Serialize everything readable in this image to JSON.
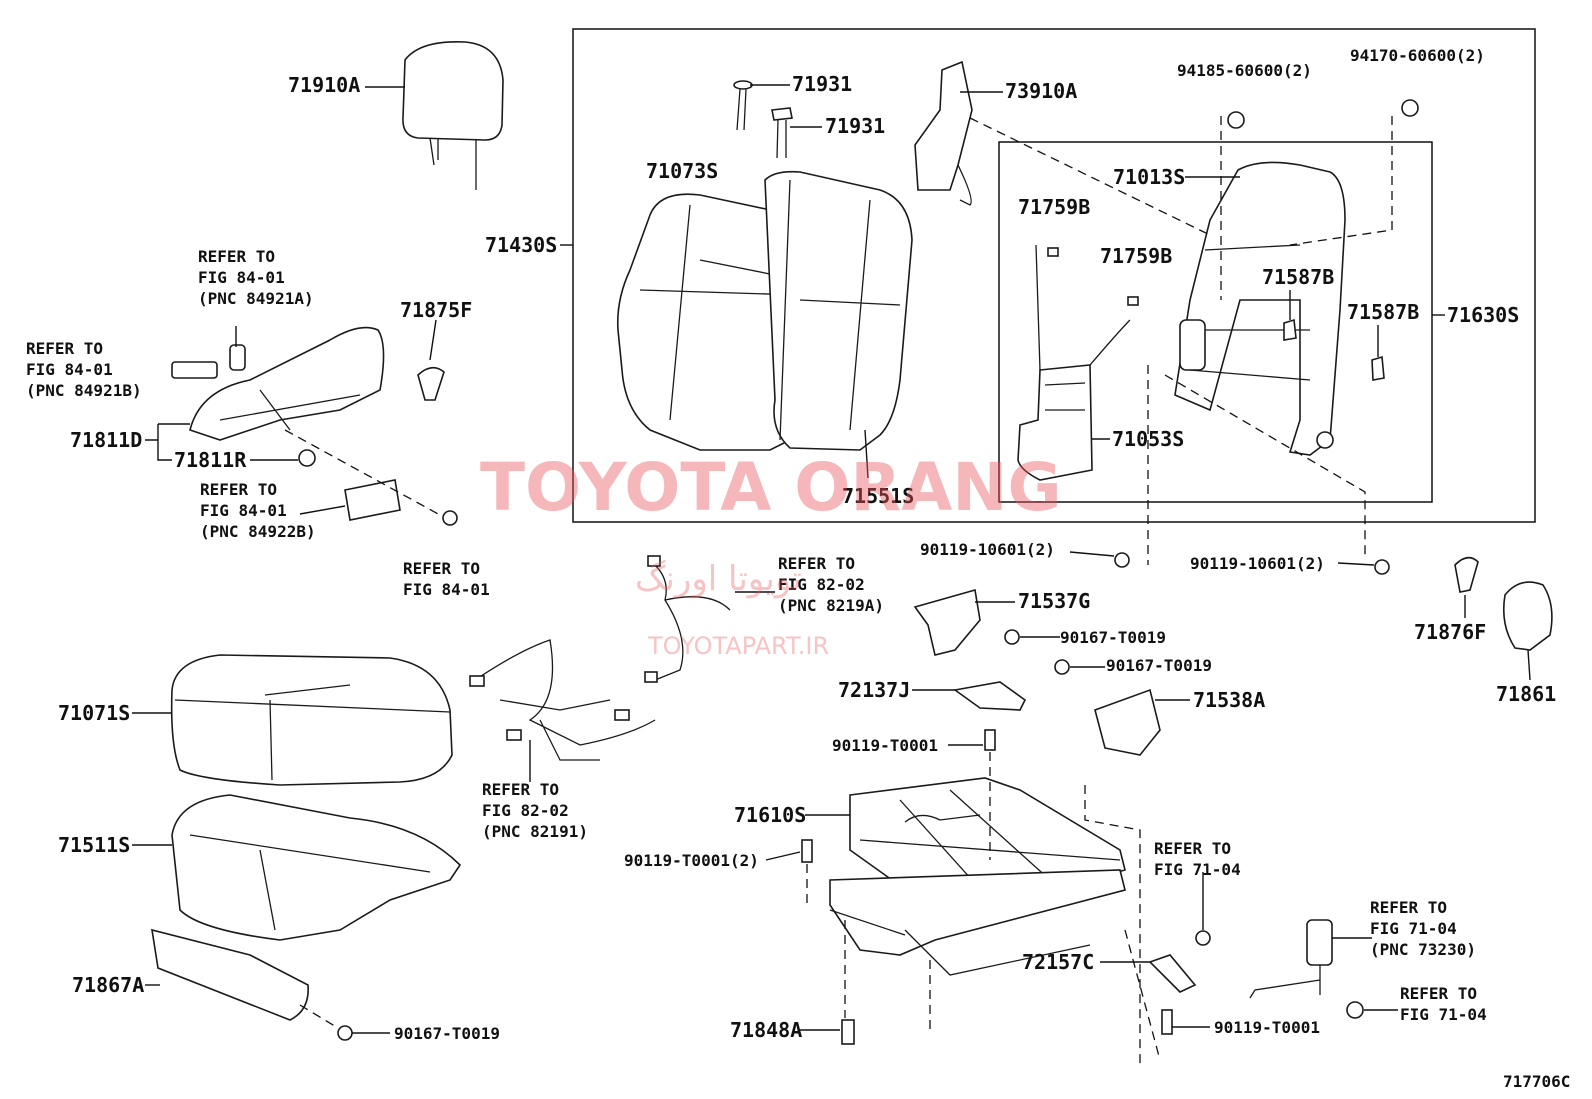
{
  "labels": {
    "p71910A": "71910A",
    "p71931a": "71931",
    "p71931b": "71931",
    "p73910A": "73910A",
    "p94185": "94185-60600(2)",
    "p94170": "94170-60600(2)",
    "p71073S": "71073S",
    "p71013S": "71013S",
    "p71759Ba": "71759B",
    "p71759Bb": "71759B",
    "p71430S": "71430S",
    "p71587Ba": "71587B",
    "p71587Bb": "71587B",
    "p71630S": "71630S",
    "p71053S": "71053S",
    "p71551S": "71551S",
    "p71875F": "71875F",
    "p71811D": "71811D",
    "p71811R": "71811R",
    "p90119_10601a": "90119-10601(2)",
    "p90119_10601b": "90119-10601(2)",
    "p71537G": "71537G",
    "p90167_T0019a": "90167-T0019",
    "p90167_T0019b": "90167-T0019",
    "p90167_T0019c": "90167-T0019",
    "p71876F": "71876F",
    "p71861": "71861",
    "p72137J": "72137J",
    "p71538A": "71538A",
    "p90119_T0001a": "90119-T0001",
    "p90119_T0001b": "90119-T0001(2)",
    "p90119_T0001c": "90119-T0001",
    "p71071S": "71071S",
    "p71610S": "71610S",
    "p71511S": "71511S",
    "p72157C": "72157C",
    "p71867A": "71867A",
    "p71848A": "71848A",
    "diagram_code": "717706C"
  },
  "refs": {
    "r1": [
      "REFER TO",
      "FIG 84-01",
      "(PNC 84921A)"
    ],
    "r2": [
      "REFER TO",
      "FIG 84-01",
      "(PNC 84921B)"
    ],
    "r3": [
      "REFER TO",
      "FIG 84-01",
      "(PNC 84922B)"
    ],
    "r4": [
      "REFER TO",
      "FIG 84-01"
    ],
    "r5": [
      "REFER TO",
      "FIG 82-02",
      "(PNC 8219A)"
    ],
    "r6": [
      "REFER TO",
      "FIG 82-02",
      "(PNC 82191)"
    ],
    "r7": [
      "REFER TO",
      "FIG 71-04"
    ],
    "r8": [
      "REFER TO",
      "FIG 71-04",
      "(PNC 73230)"
    ],
    "r9": [
      "REFER TO",
      "FIG 71-04"
    ]
  },
  "watermark": {
    "main": "TOYOTA ORANG",
    "persian": "تویوتا اورنگ",
    "url": "TOYOTAPART.IR"
  }
}
